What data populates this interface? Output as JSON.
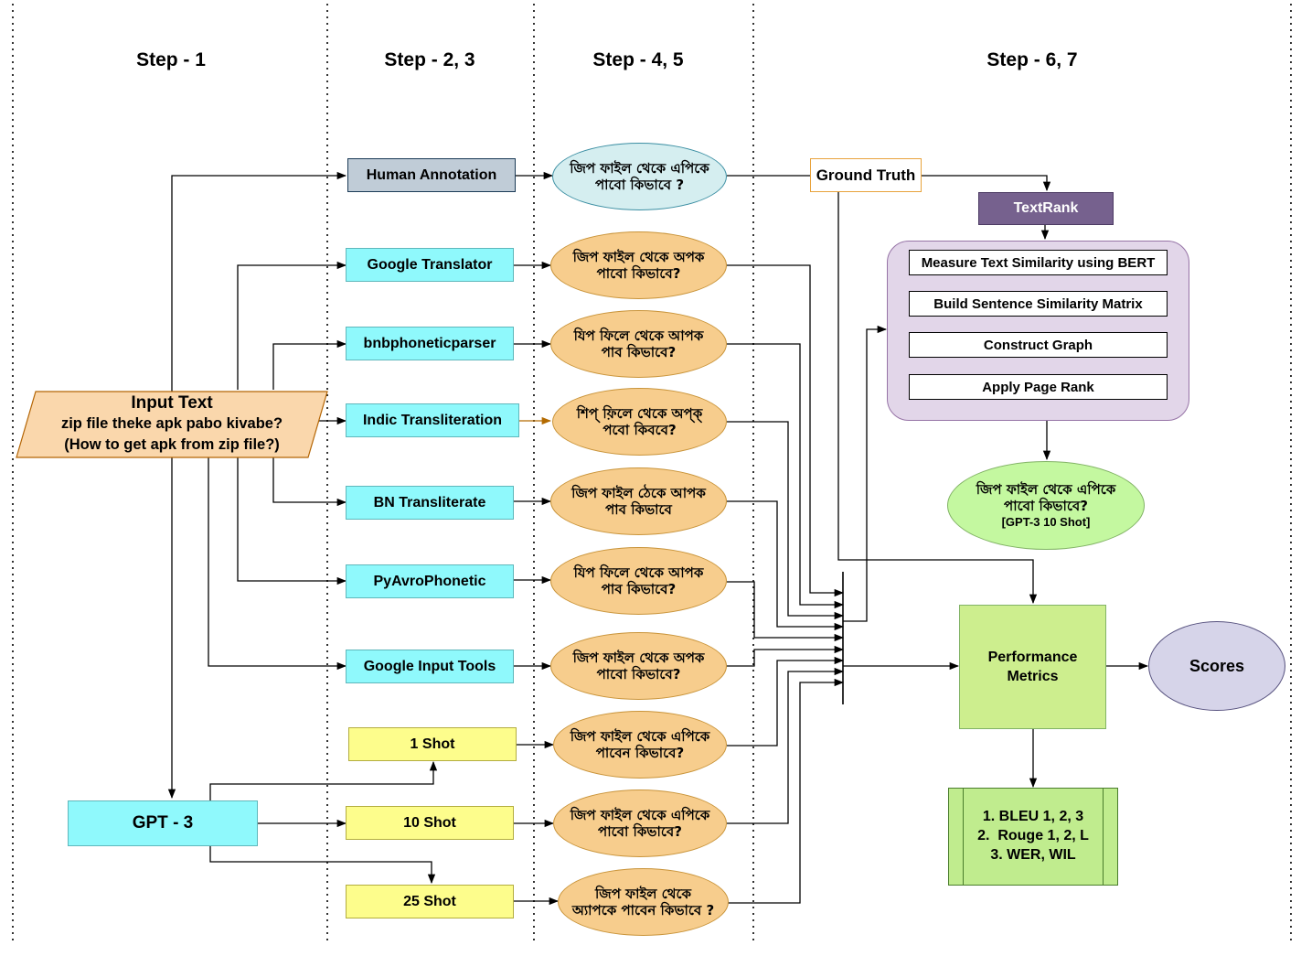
{
  "steps": [
    "Step - 1",
    "Step - 2, 3",
    "Step - 4, 5",
    "Step - 6, 7"
  ],
  "input": {
    "title": "Input Text",
    "line1": "zip file theke apk pabo kivabe?",
    "line2": "(How to get apk from zip file?)"
  },
  "gpt3": "GPT - 3",
  "methods": {
    "human": "Human Annotation",
    "google_translator": "Google Translator",
    "bnbphoneticparser": "bnbphoneticparser",
    "indic": "Indic Transliteration",
    "bn_translit": "BN Transliterate",
    "pyavro": "PyAvroPhonetic",
    "google_input": "Google Input Tools",
    "shot1": "1 Shot",
    "shot10": "10 Shot",
    "shot25": "25 Shot"
  },
  "outputs": {
    "human": [
      "জিপ ফাইল থেকে এপিকে",
      "পাবো কিভাবে ?"
    ],
    "google_translator": [
      "জিপ ফাইল থেকে অপক",
      "পাবো কিভাবে?"
    ],
    "bnbphoneticparser": [
      "যিপ ফিলে থেকে আপক",
      "পাব কিভাবে?"
    ],
    "indic": [
      "শিপ্ ফ়িলে থেকে অপ্ক্",
      "পবো কিববে?"
    ],
    "bn_translit": [
      "জিপ ফাইল ঠেকে আপক",
      "পাব কিভাবে"
    ],
    "pyavro": [
      "যিপ ফিলে থেকে আপক",
      "পাব কিভাবে?"
    ],
    "google_input": [
      "জিপ ফাইল থেকে অপক",
      "পাবো  কিভাবে?"
    ],
    "shot1": [
      "জিপ ফাইল থেকে এপিকে",
      "পাবেন কিভাবে?"
    ],
    "shot10": [
      "জিপ ফাইল থেকে এপিকে",
      "পাবো কিভাবে?"
    ],
    "shot25": [
      "জিপ ফাইল থেকে",
      "অ্যাপকে পাবেন কিভাবে ?"
    ]
  },
  "ground_truth": "Ground Truth",
  "textrank": "TextRank",
  "textrank_steps": [
    "Measure Text Similarity using BERT",
    "Build Sentence Similarity Matrix",
    "Construct Graph",
    "Apply Page Rank"
  ],
  "result": [
    "জিপ ফাইল থেকে এপিকে",
    "পাবো কিভাবে?",
    "[GPT-3 10 Shot]"
  ],
  "performance": [
    "Performance",
    "Metrics"
  ],
  "scores": "Scores",
  "metrics": [
    "1. BLEU 1, 2, 3",
    "2.  Rouge 1, 2, L",
    "3. WER, WIL"
  ],
  "colors": {
    "orange": "#f7cd8d",
    "cyan": "#8ff9fc",
    "yellow": "#fdfd8c",
    "human_box": "#c0ccd7",
    "human_ellipse": "#d5eef0",
    "textrank": "#76618e",
    "textrank_group": "#e2d6e9",
    "result_green": "#c4f8a0",
    "performance": "#cdee8e",
    "scores": "#d6d4e9",
    "metrics": "#c0ec8e"
  }
}
